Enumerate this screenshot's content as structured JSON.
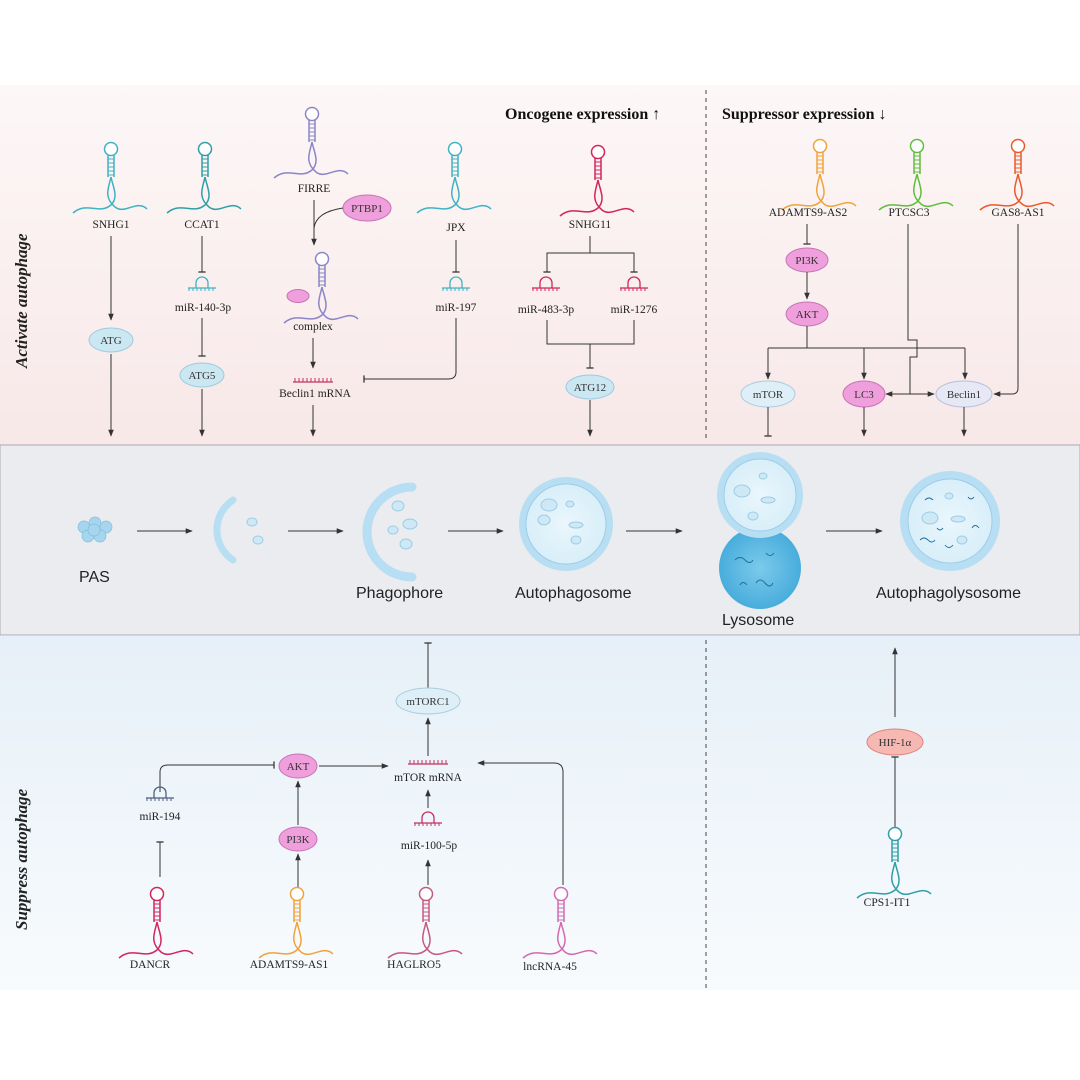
{
  "headers": {
    "oncogene": "Oncogene expression ↑",
    "suppressor": "Suppressor expression ↓",
    "activate": "Activate autophage",
    "suppress": "Suppress autophage"
  },
  "rna": {
    "snhg1": "SNHG1",
    "ccat1": "CCAT1",
    "firre": "FIRRE",
    "jpx": "JPX",
    "snhg11": "SNHG11",
    "adamts9as2": "ADAMTS9-AS2",
    "ptcsc3": "PTCSC3",
    "gas8as1": "GAS8-AS1",
    "dancr": "DANCR",
    "adamts9as1": "ADAMTS9-AS1",
    "haglro5": "HAGLRO5",
    "lncrna45": "lncRNA-45",
    "cps1it1": "CPS1-IT1"
  },
  "mirna": {
    "mir1403p": "miR-140-3p",
    "mir197": "miR-197",
    "mir4833p": "miR-483-3p",
    "mir1276": "miR-1276",
    "mir194": "miR-194",
    "mir1005p": "miR-100-5p"
  },
  "mrna": {
    "beclin1": "Beclin1 mRNA",
    "mtor": "mTOR mRNA"
  },
  "misc": {
    "complex": "complex"
  },
  "proteins": {
    "atg": "ATG",
    "atg5": "ATG5",
    "atg12": "ATG12",
    "ptbp1": "PTBP1",
    "pi3k_top": "PI3K",
    "akt_top": "AKT",
    "mtor": "mTOR",
    "lc3": "LC3",
    "beclin1": "Beclin1",
    "mtorc1": "mTORC1",
    "akt_bottom": "AKT",
    "pi3k_bottom": "PI3K",
    "hif1a": "HIF-1α"
  },
  "stages": {
    "pas": "PAS",
    "phagophore": "Phagophore",
    "autophagosome": "Autophagosome",
    "lysosome": "Lysosome",
    "autophagolysosome": "Autophagolysosome"
  },
  "colors": {
    "cyan": "#3fb2c4",
    "teal": "#2f9fa7",
    "lavender": "#8a86c8",
    "crimson": "#d3245c",
    "orange": "#f2a23a",
    "green": "#5fbe3c",
    "red_orange": "#ea5a2a",
    "pink": "#d36ab0",
    "protein_blue": "#cbe7f2",
    "protein_pink": "#ef9fdc",
    "protein_red": "#f6b8b3",
    "panel_top": "#fbf1f1",
    "panel_mid": "#e9eaee",
    "panel_bottom": "#edf4fa"
  }
}
